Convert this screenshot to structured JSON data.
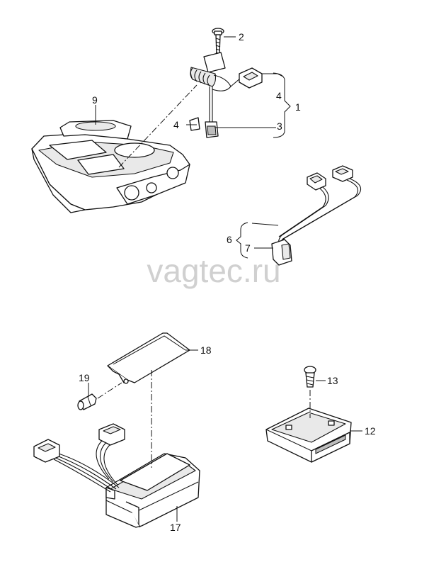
{
  "watermark": "vagtec.ru",
  "callouts": [
    {
      "id": "label-2",
      "text": "2"
    },
    {
      "id": "label-4a",
      "text": "4"
    },
    {
      "id": "label-1",
      "text": "1"
    },
    {
      "id": "label-9",
      "text": "9"
    },
    {
      "id": "label-4b",
      "text": "4"
    },
    {
      "id": "label-3",
      "text": "3"
    },
    {
      "id": "label-6",
      "text": "6"
    },
    {
      "id": "label-7",
      "text": "7"
    },
    {
      "id": "label-18",
      "text": "18"
    },
    {
      "id": "label-19",
      "text": "19"
    },
    {
      "id": "label-13",
      "text": "13"
    },
    {
      "id": "label-12",
      "text": "12"
    },
    {
      "id": "label-17",
      "text": "17"
    }
  ]
}
